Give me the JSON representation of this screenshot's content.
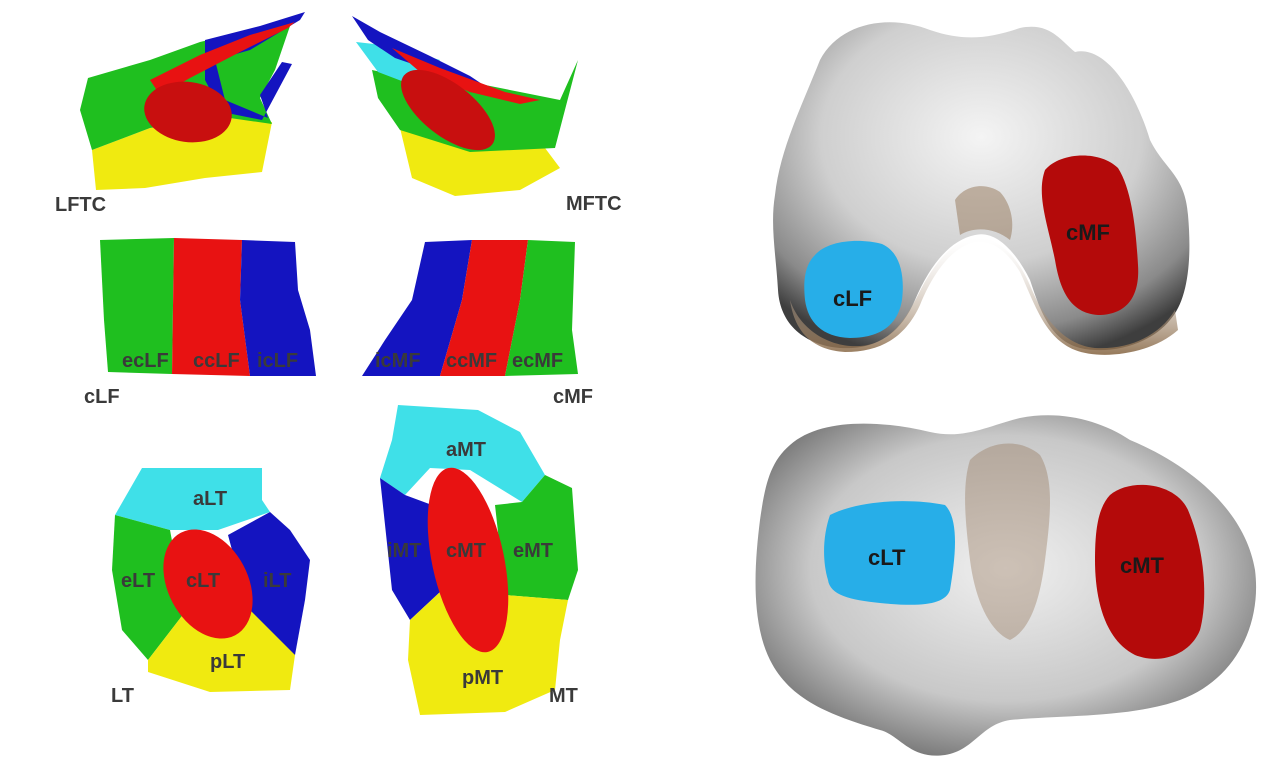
{
  "colors": {
    "green": "#1fbf1f",
    "red": "#e81212",
    "blue": "#1414c0",
    "cyan": "#3fe0e8",
    "yellow": "#f0ea10",
    "light_blue": "#27aee8",
    "dark_red": "#b40a0a",
    "bone": "#d9d9d9"
  },
  "panels": {
    "femur_3d": {
      "left_label": "LFTC",
      "right_label": "MFTC"
    },
    "femur_flat": {
      "left_label": "cLF",
      "right_label": "cMF",
      "left_regions": [
        "ecLF",
        "ccLF",
        "icLF"
      ],
      "right_regions": [
        "icMF",
        "ccMF",
        "ecMF"
      ]
    },
    "tibia_flat": {
      "left_label": "LT",
      "right_label": "MT",
      "left_regions": {
        "anterior": "aLT",
        "external": "eLT",
        "central": "cLT",
        "internal": "iLT",
        "posterior": "pLT"
      },
      "right_regions": {
        "anterior": "aMT",
        "internal": "iMT",
        "central": "cMT",
        "external": "eMT",
        "posterior": "pMT"
      }
    },
    "femur_bone": {
      "lateral_label": "cLF",
      "medial_label": "cMF"
    },
    "tibia_bone": {
      "lateral_label": "cLT",
      "medial_label": "cMT"
    }
  }
}
